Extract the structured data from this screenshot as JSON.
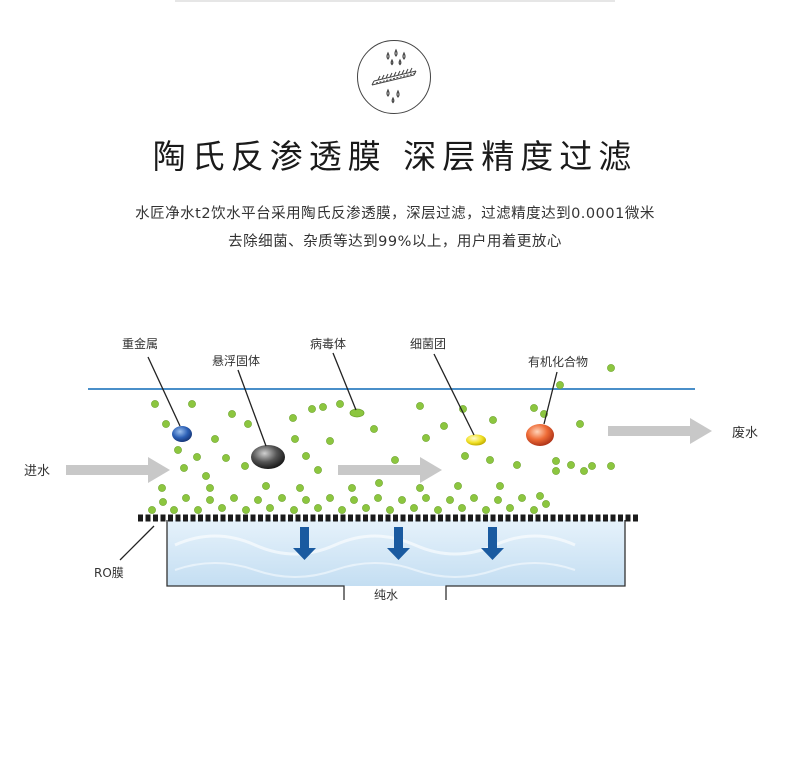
{
  "header": {
    "title": "陶氏反渗透膜  深层精度过滤",
    "desc_line1": "水匠净水t2饮水平台采用陶氏反渗透膜，深层过滤，过滤精度达到0.0001微米",
    "desc_line2": "去除细菌、杂质等达到99%以上，用户用着更放心",
    "badge_icon": "filter-mesh-icon"
  },
  "diagram": {
    "labels": {
      "heavy_metal": "重金属",
      "suspended_solids": "悬浮固体",
      "virus": "病毒体",
      "bacteria": "细菌团",
      "organic": "有机化合物",
      "waste_water": "废水",
      "inlet_water": "进水",
      "ro_membrane": "RO膜",
      "pure_water": "纯水"
    },
    "colors": {
      "pipe_line": "#4a8fc9",
      "particle": "#8cc63f",
      "arrow_gray": "#c8c8c8",
      "arrow_blue": "#1a5aa0",
      "water": "#cfe6f6"
    }
  }
}
